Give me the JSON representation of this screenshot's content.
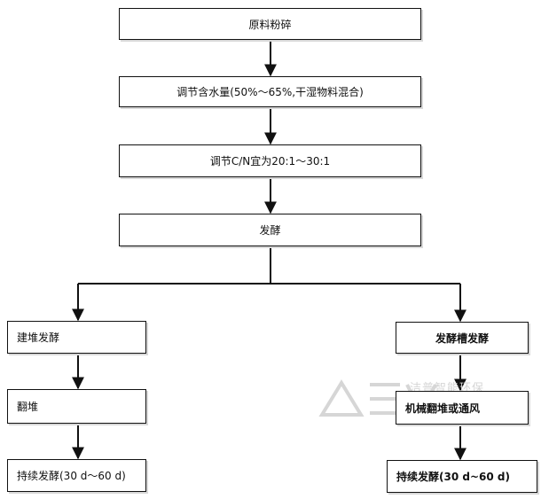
{
  "flowchart": {
    "nodes": {
      "crush": "原料粉碎",
      "moisture": "调节含水量(50%～65%,干湿物料混合)",
      "cn_ratio": "调节C/N宜为20:1～30:1",
      "ferment": "发酵",
      "pile_ferment": "建堆发酵",
      "turn_pile": "翻堆",
      "continue_left": "持续发酵(30  d～60  d)",
      "trough_ferment": "发酵槽发酵",
      "mech_turn": "机械翻堆或通风",
      "continue_right": "持续发酵(30 d~60  d)"
    },
    "edges": [
      [
        "crush",
        "moisture"
      ],
      [
        "moisture",
        "cn_ratio"
      ],
      [
        "cn_ratio",
        "ferment"
      ],
      [
        "ferment",
        "pile_ferment"
      ],
      [
        "ferment",
        "trough_ferment"
      ],
      [
        "pile_ferment",
        "turn_pile"
      ],
      [
        "turn_pile",
        "continue_left"
      ],
      [
        "trough_ferment",
        "mech_turn"
      ],
      [
        "mech_turn",
        "continue_right"
      ]
    ]
  },
  "watermark": {
    "logo_text": "ΔΞV",
    "text": "洁普智能环保"
  },
  "colors": {
    "stroke": "#111111",
    "watermark": "#d6d6d6"
  }
}
